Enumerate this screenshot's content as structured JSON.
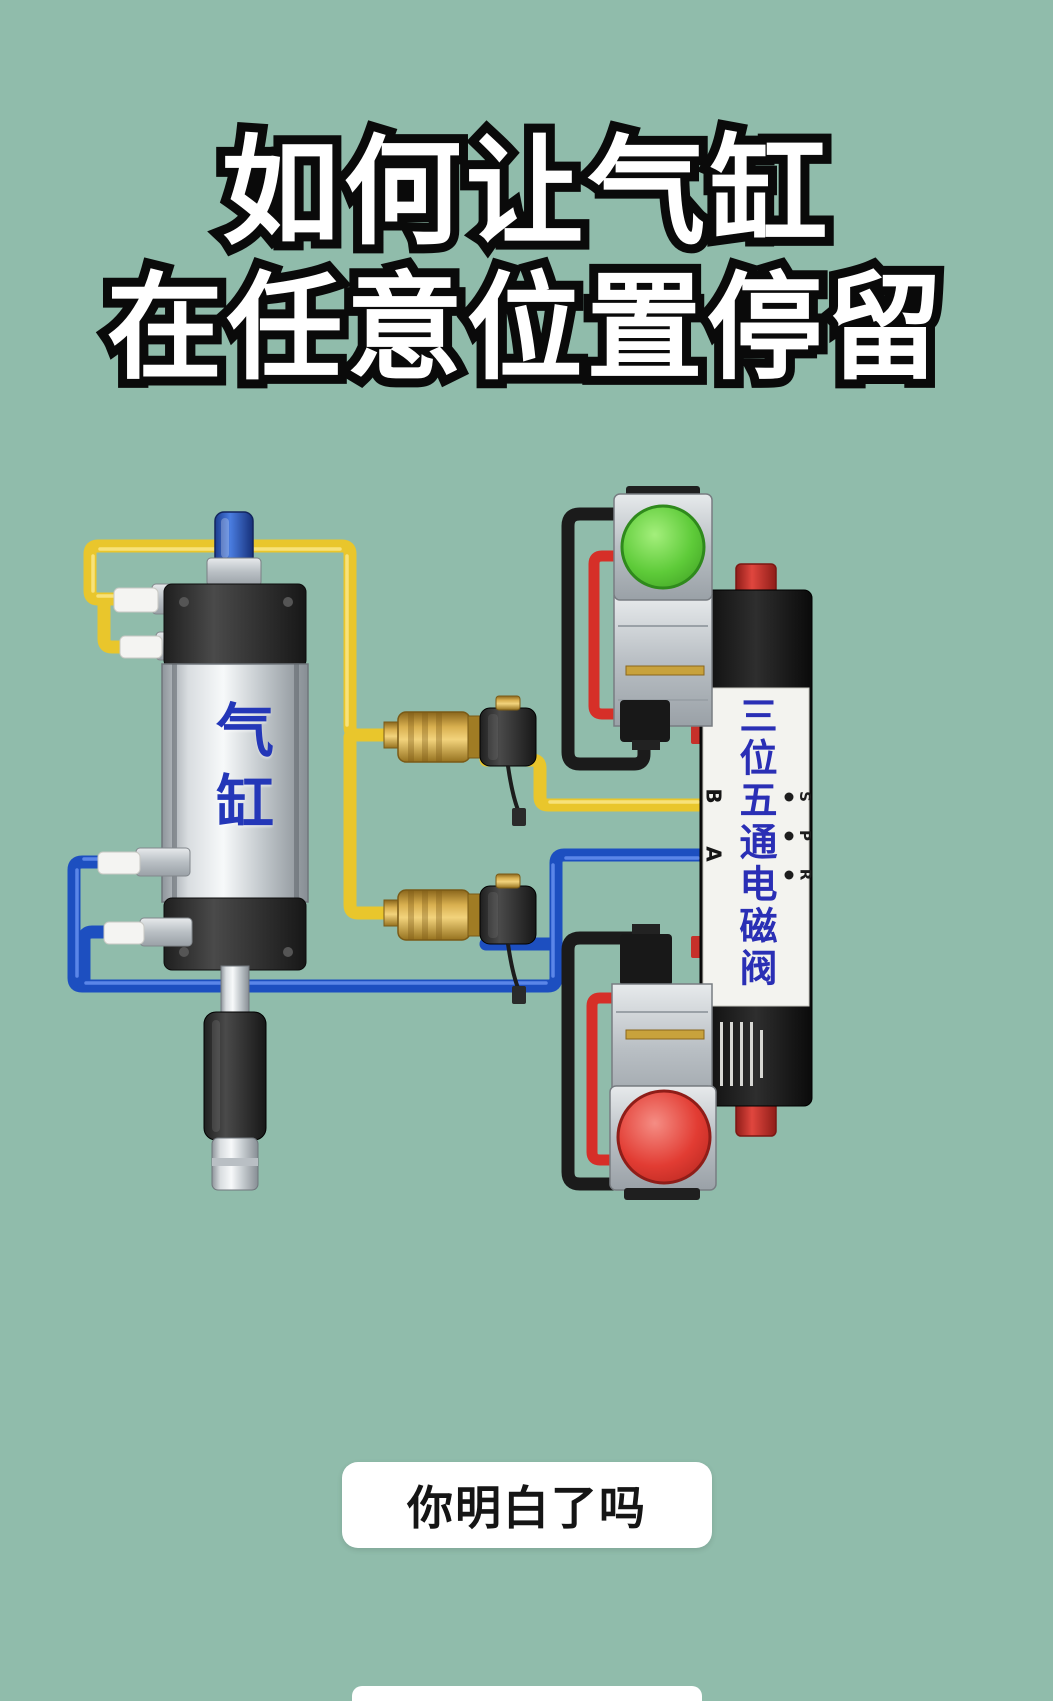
{
  "page": {
    "title_line1": "如何让气缸",
    "title_line2": "在任意位置停留",
    "footer_text": "你明白了吗"
  },
  "diagram": {
    "cylinder_label": "气缸",
    "main_valve_label": "三位五通电磁阀",
    "ports": {
      "b": "B",
      "a": "A",
      "s": "S",
      "p": "P",
      "r": "R"
    }
  },
  "colors": {
    "background": "#90bcab",
    "yellow_tube": "#e9c62c",
    "blue_tube": "#1d4fc0",
    "green_button": "#5ec63d",
    "red_button": "#e23c33",
    "brass_valve": "#d9b050",
    "red_wire": "#d62f28",
    "black_wire": "#1b1b1b",
    "cylinder_label_color": "#2437b8",
    "valve_label_color": "#2a2fb5"
  }
}
